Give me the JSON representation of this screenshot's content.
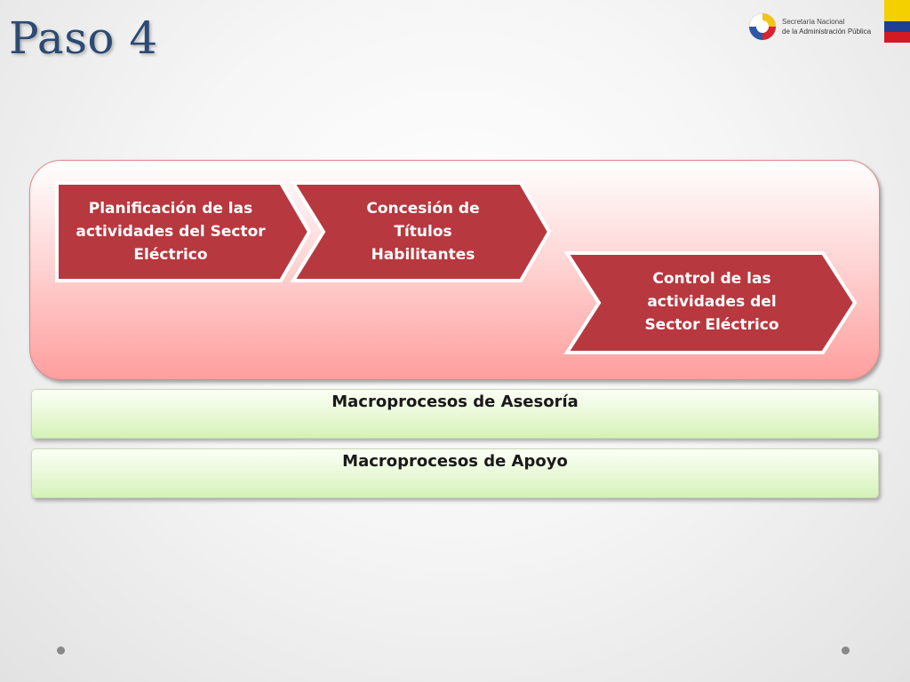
{
  "slide": {
    "title": "Paso 4"
  },
  "logo": {
    "line1": "Secretaría Nacional",
    "line2": "de la Administración Pública"
  },
  "colors": {
    "chevron_fill": "#b8383f",
    "panel_gradient_end": "#ff9e9e",
    "bar_gradient_end": "#d4f2b6",
    "title": "#2c4a73"
  },
  "process": {
    "steps": [
      {
        "lines": [
          "Planificación de las",
          "actividades del Sector",
          "Eléctrico"
        ]
      },
      {
        "lines": [
          "Concesión de",
          "Títulos",
          "Habilitantes"
        ]
      },
      {
        "lines": [
          "Control de las",
          "actividades del",
          "Sector Eléctrico"
        ]
      }
    ]
  },
  "bars": {
    "asesoria": "Macroprocesos de Asesoría",
    "apoyo": "Macroprocesos de Apoyo"
  }
}
